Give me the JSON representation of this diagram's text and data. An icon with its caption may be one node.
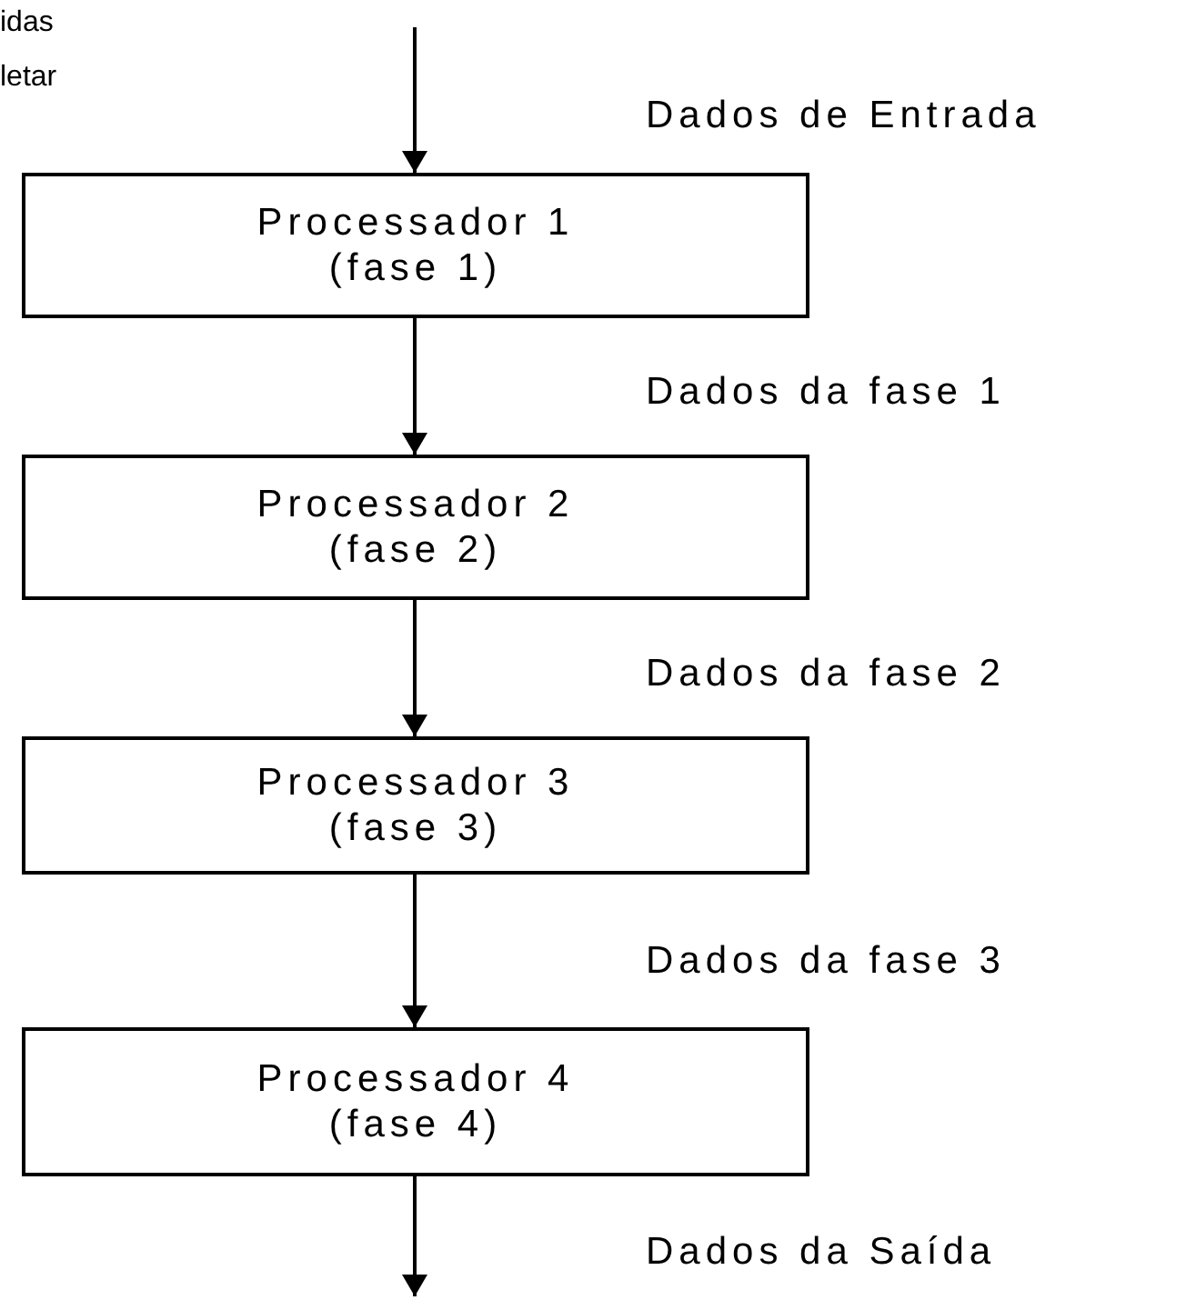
{
  "diagram": {
    "nodes": [
      {
        "text": [
          "Processador 1",
          "(fase 1)"
        ]
      },
      {
        "text": [
          "Processador 2",
          "(fase 2)"
        ]
      },
      {
        "text": [
          "Processador 3",
          "(fase 3)"
        ]
      },
      {
        "text": [
          "Processador 4",
          "(fase 4)"
        ]
      }
    ],
    "edges": [
      {
        "from": null,
        "to": 0,
        "arrow": "to"
      },
      {
        "from": 0,
        "to": 1,
        "arrow": "to"
      },
      {
        "from": 1,
        "to": 2,
        "arrow": "to"
      },
      {
        "from": 2,
        "to": 3,
        "arrow": "to"
      },
      {
        "from": 3,
        "to": null,
        "arrow": "to"
      }
    ],
    "labels": [
      "idas",
      "letar",
      "Dados de Entrada",
      "Dados da fase 1",
      "Dados da fase 2",
      "Dados da fase 3",
      "Dados da Saída"
    ]
  }
}
